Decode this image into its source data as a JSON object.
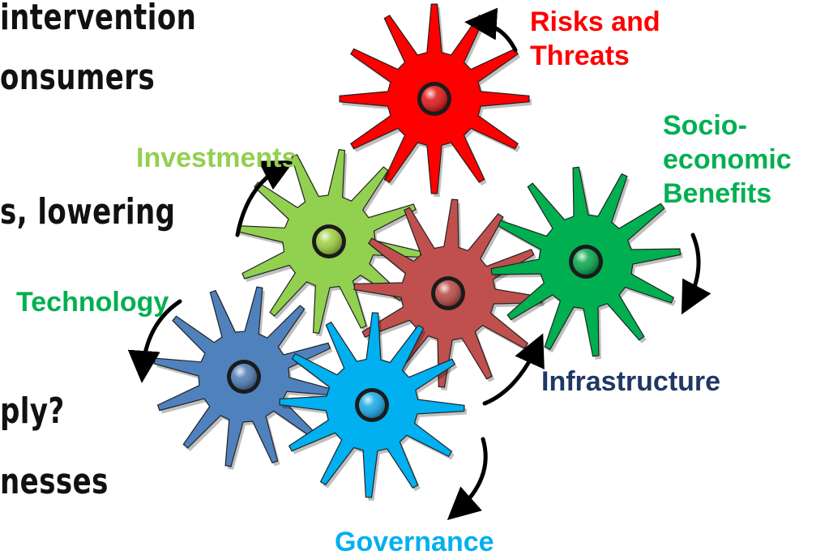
{
  "background_text": [
    "intervention",
    "onsumers",
    "s, lowering",
    "ply?",
    "nesses"
  ],
  "gears": [
    {
      "id": "risks-and-threats",
      "label_lines": [
        "Risks and",
        "Threats"
      ],
      "color": "#ff0000",
      "hub_color": "#e01010",
      "label_color": "#ff0000"
    },
    {
      "id": "investments",
      "label_lines": [
        "Investments"
      ],
      "color": "#92d050",
      "hub_color": "#9ccf3c",
      "label_color": "#92d050"
    },
    {
      "id": "core",
      "label_lines": [],
      "color": "#c0504d",
      "hub_color": "#b84440",
      "label_color": ""
    },
    {
      "id": "socio-economic-benefits",
      "label_lines": [
        "Socio-",
        "economic",
        "Benefits"
      ],
      "color": "#00b050",
      "hub_color": "#00a648",
      "label_color": "#00b050"
    },
    {
      "id": "technology",
      "label_lines": [
        "Technology"
      ],
      "color": "#4f81bd",
      "hub_color": "#4a78b4",
      "label_color": "#00b050"
    },
    {
      "id": "governance",
      "label_lines": [
        "Governance"
      ],
      "color": "#00b0f0",
      "hub_color": "#12a8e8",
      "label_color": "#00b0f0"
    },
    {
      "id": "infrastructure",
      "label_lines": [
        "Infrastructure"
      ],
      "color": "#1f3864",
      "hub_color": "",
      "label_color": "#1f3864"
    }
  ]
}
